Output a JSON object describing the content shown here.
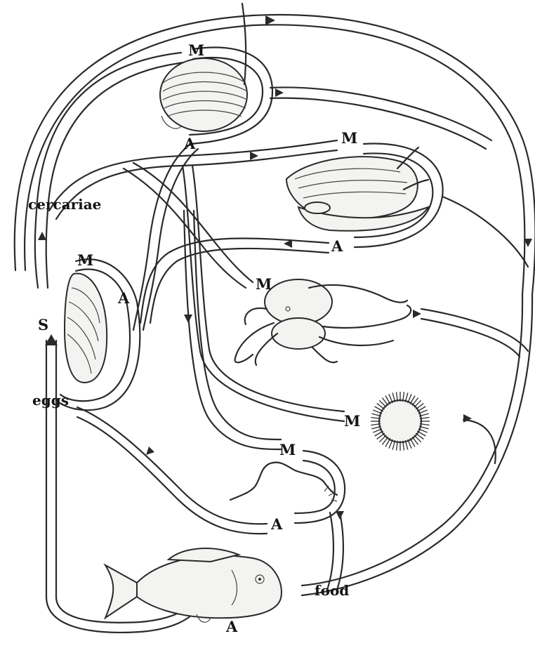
{
  "labels": {
    "cercariae": "cercariae",
    "s": "S",
    "eggs": "eggs",
    "food": "food",
    "m": "M",
    "a": "A"
  },
  "organisms": [
    "clam",
    "whelk",
    "octopus",
    "mussel",
    "sea-urchin",
    "polychaete-worm",
    "fish"
  ],
  "colors": {
    "ink": "#2a2a2a",
    "paper": "#ffffff"
  }
}
